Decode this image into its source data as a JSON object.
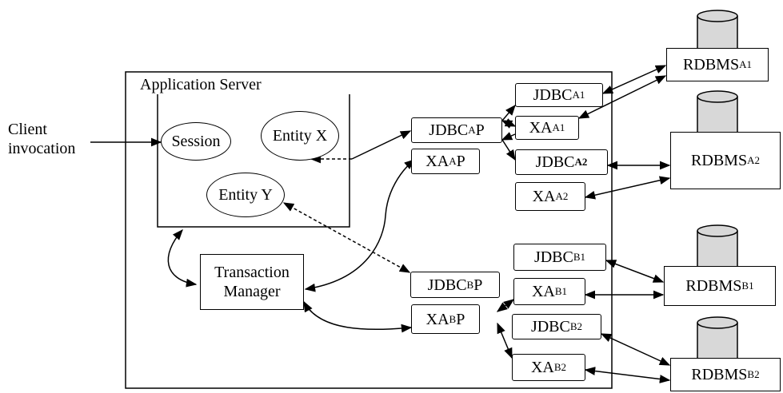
{
  "client": {
    "line1": "Client",
    "line2": "invocation"
  },
  "app_server": {
    "title": "Application Server"
  },
  "beans": {
    "session": "Session",
    "entity_x": "Entity X",
    "entity_y": "Entity Y"
  },
  "transaction_manager": {
    "line1": "Transaction",
    "line2": "Manager"
  },
  "pools": {
    "jdbc_a": {
      "base": "JDBC",
      "sub": "A",
      "suffix": "P"
    },
    "xa_a": {
      "base": "XA",
      "sub": "A",
      "suffix": "P"
    },
    "jdbc_b": {
      "base": "JDBC",
      "sub": "B",
      "suffix": "P"
    },
    "xa_b": {
      "base": "XA",
      "sub": "B",
      "suffix": "P"
    }
  },
  "connections": {
    "jdbc_a1": {
      "base": "JDBC",
      "sub": "A1"
    },
    "xa_a1": {
      "base": "XA",
      "sub": "A1"
    },
    "jdbc_a2": {
      "base": "JDBC",
      "sub": "A2"
    },
    "xa_a2": {
      "base": "XA",
      "sub": "A2"
    },
    "jdbc_b1": {
      "base": "JDBC",
      "sub": "B1"
    },
    "xa_b1": {
      "base": "XA",
      "sub": "B1"
    },
    "jdbc_b2": {
      "base": "JDBC",
      "sub": "B2"
    },
    "xa_b2": {
      "base": "XA",
      "sub": "B2"
    }
  },
  "databases": {
    "a1": {
      "base": "RDBMS",
      "sub": "A1"
    },
    "a2": {
      "base": "RDBMS",
      "sub": "A2"
    },
    "b1": {
      "base": "RDBMS",
      "sub": "B1"
    },
    "b2": {
      "base": "RDBMS",
      "sub": "B2"
    }
  }
}
